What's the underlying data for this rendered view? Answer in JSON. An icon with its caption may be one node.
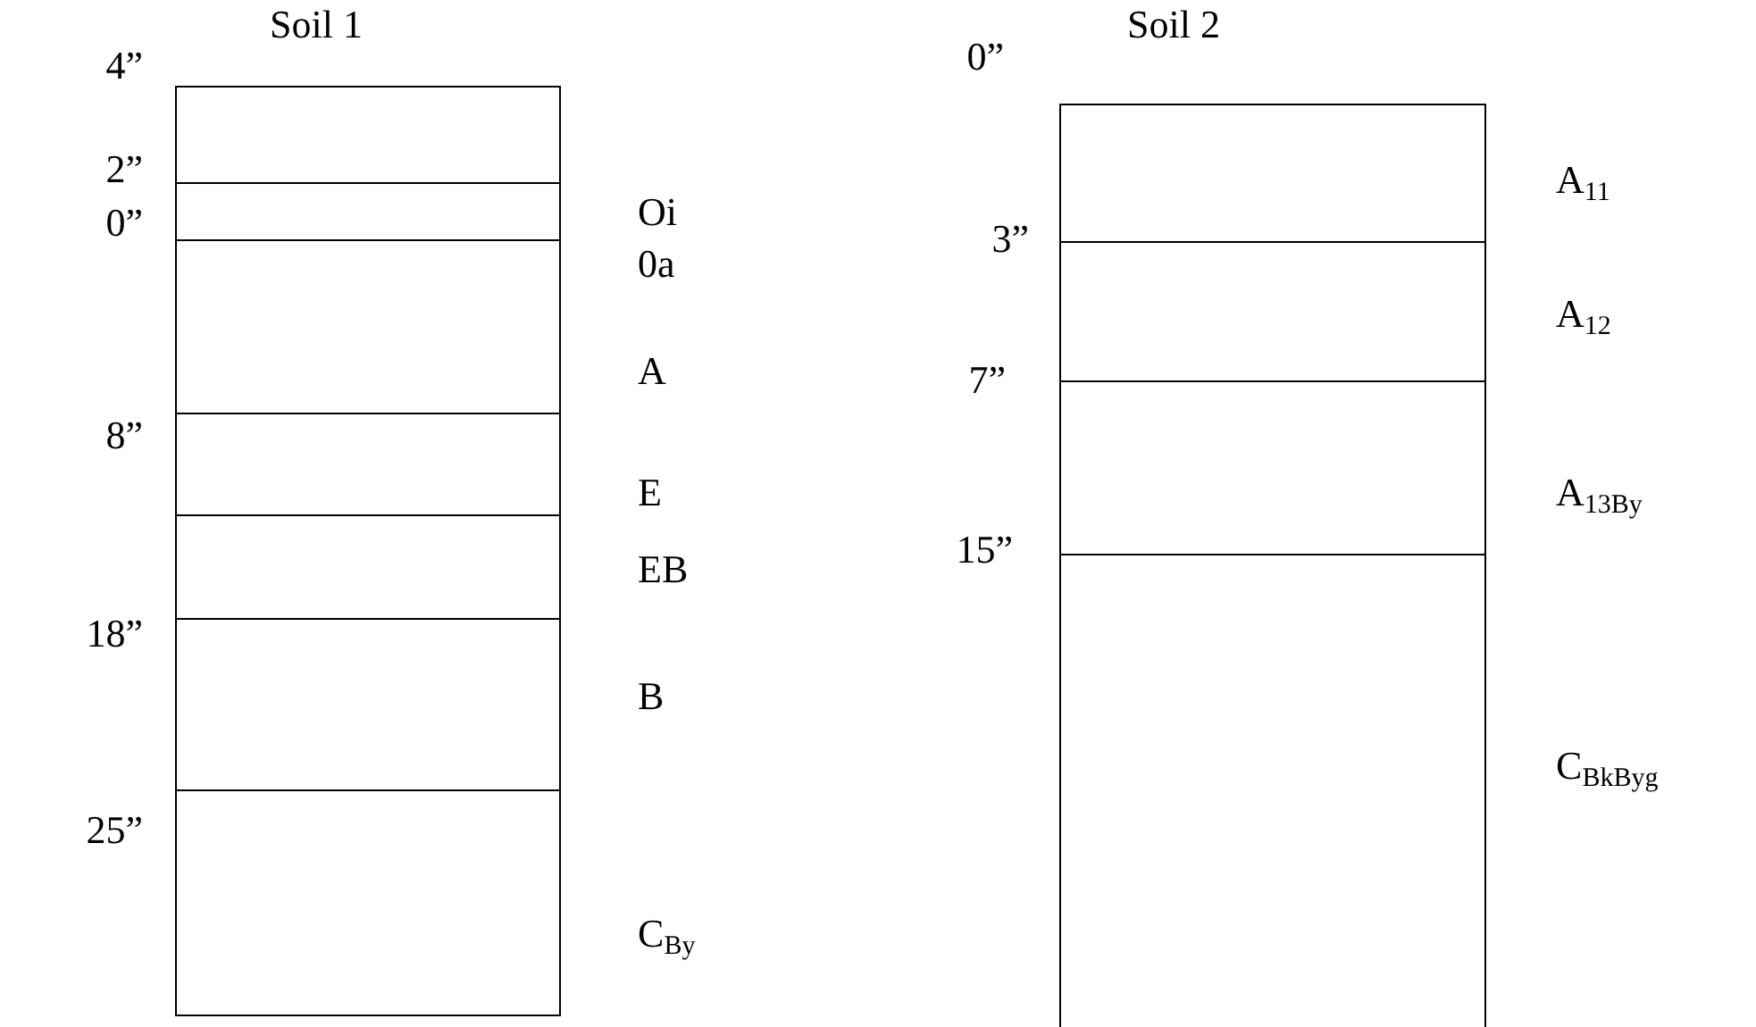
{
  "diagram": {
    "nodes": [
      {
        "text": [
          "Soil 1"
        ]
      },
      {
        "text": [],
        "shape": "box",
        "in": 0,
        "beside": [
          "Oi"
        ]
      },
      {
        "text": [],
        "shape": "box",
        "in": 0,
        "beside": [
          "0a"
        ]
      },
      {
        "text": [],
        "shape": "box",
        "in": 0,
        "beside": [
          "A"
        ]
      },
      {
        "text": [],
        "shape": "box",
        "in": 0,
        "beside": [
          "E"
        ]
      },
      {
        "text": [],
        "shape": "box",
        "in": 0,
        "beside": [
          "EB"
        ]
      },
      {
        "text": [],
        "shape": "box",
        "in": 0,
        "beside": [
          "B"
        ]
      },
      {
        "text": [],
        "shape": "box",
        "in": 0,
        "beside": [
          "C$_{By}$"
        ]
      },
      {
        "text": [
          "Soil 2"
        ]
      },
      {
        "text": [],
        "shape": "box",
        "in": 8,
        "beside": [
          "A$_{11}$"
        ]
      },
      {
        "text": [],
        "shape": "box",
        "in": 8,
        "beside": [
          "A$_{12}$"
        ]
      },
      {
        "text": [],
        "shape": "box",
        "in": 8,
        "beside": [
          "A$_{13By}$"
        ]
      },
      {
        "text": [],
        "shape": "box",
        "in": 8,
        "beside": [
          "C$_{BkByg}$"
        ]
      }
    ],
    "labels": [
      "4”",
      "0”",
      "2”",
      "0”",
      "3”",
      "8”",
      "7”",
      "15”",
      "18”",
      "25”"
    ]
  }
}
